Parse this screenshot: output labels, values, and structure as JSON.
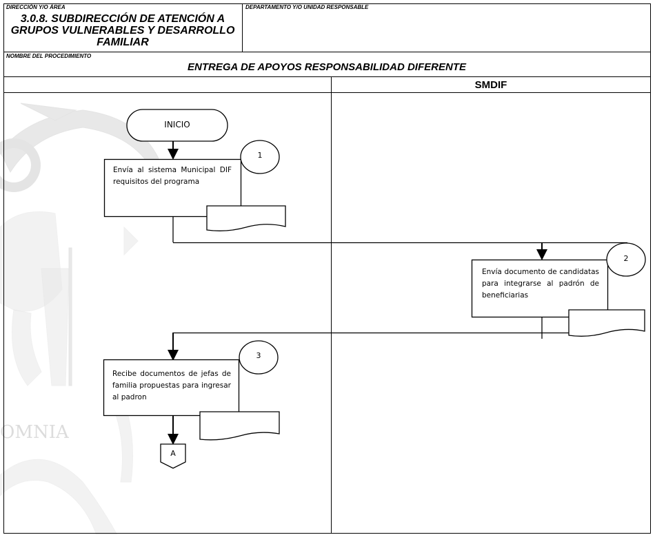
{
  "header": {
    "area_label": "DIRECCIÓN Y/O ÁREA",
    "area_title": "3.0.8. SUBDIRECCIÓN DE ATENCIÓN A GRUPOS VULNERABLES Y DESARROLLO FAMILIAR",
    "dept_label": "DEPARTAMENTO Y/O UNIDAD RESPONSABLE",
    "procedure_label": "NOMBRE DEL PROCEDIMIENTO",
    "procedure_title": "ENTREGA DE APOYOS RESPONSABILIDAD DIFERENTE"
  },
  "lanes": [
    {
      "title": ""
    },
    {
      "title": "SMDIF"
    }
  ],
  "flow": {
    "start_label": "INICIO",
    "connector_label": "A",
    "steps": [
      {
        "number": "1",
        "text": "Envía al sistema Municipal DIF requisitos del programa"
      },
      {
        "number": "2",
        "text": "Envía documento de candidatas para integrarse al padrón de beneficiarias"
      },
      {
        "number": "3",
        "text": "Recibe documentos de jefas de familia propuestas para ingresar al padron"
      }
    ]
  },
  "watermark": {
    "text": "OMNIA"
  },
  "colors": {
    "line": "#000000",
    "watermark": "#e6e6e6"
  }
}
